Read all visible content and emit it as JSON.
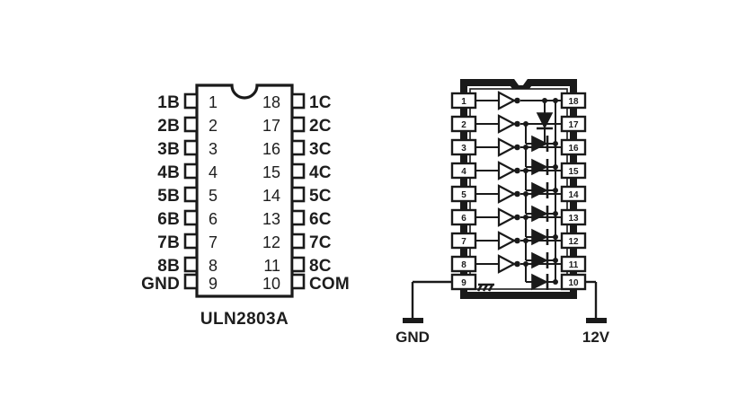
{
  "figure": {
    "background_color": "#ffffff",
    "line_color": "#1a1a1a",
    "title_visible": false
  },
  "pinout_diagram": {
    "part_name": "ULN2803A",
    "package": "DIP-18",
    "notch": "top-center-semicircle",
    "left_pins": [
      {
        "number": "1",
        "label": "1B"
      },
      {
        "number": "2",
        "label": "2B"
      },
      {
        "number": "3",
        "label": "3B"
      },
      {
        "number": "4",
        "label": "4B"
      },
      {
        "number": "5",
        "label": "5B"
      },
      {
        "number": "6",
        "label": "6B"
      },
      {
        "number": "7",
        "label": "7B"
      },
      {
        "number": "8",
        "label": "8B"
      },
      {
        "number": "9",
        "label": "GND"
      }
    ],
    "right_pins": [
      {
        "number": "18",
        "label": "1C"
      },
      {
        "number": "17",
        "label": "2C"
      },
      {
        "number": "16",
        "label": "3C"
      },
      {
        "number": "15",
        "label": "4C"
      },
      {
        "number": "14",
        "label": "5C"
      },
      {
        "number": "13",
        "label": "6C"
      },
      {
        "number": "12",
        "label": "7C"
      },
      {
        "number": "11",
        "label": "8C"
      },
      {
        "number": "10",
        "label": "COM"
      }
    ]
  },
  "circuit_diagram": {
    "left_pin_numbers": [
      "1",
      "2",
      "3",
      "4",
      "5",
      "6",
      "7",
      "8",
      "9"
    ],
    "right_pin_numbers": [
      "18",
      "17",
      "16",
      "15",
      "14",
      "13",
      "12",
      "11",
      "10"
    ],
    "internal_elements": {
      "inverters": 8,
      "clamp_diodes": 8,
      "com_diode": 1,
      "ground_symbol": "chassis-ground"
    },
    "rails": [
      {
        "name": "ground-rail",
        "pin": "9",
        "label": "GND"
      },
      {
        "name": "supply-rail",
        "pin": "10",
        "label": "12V"
      }
    ]
  }
}
